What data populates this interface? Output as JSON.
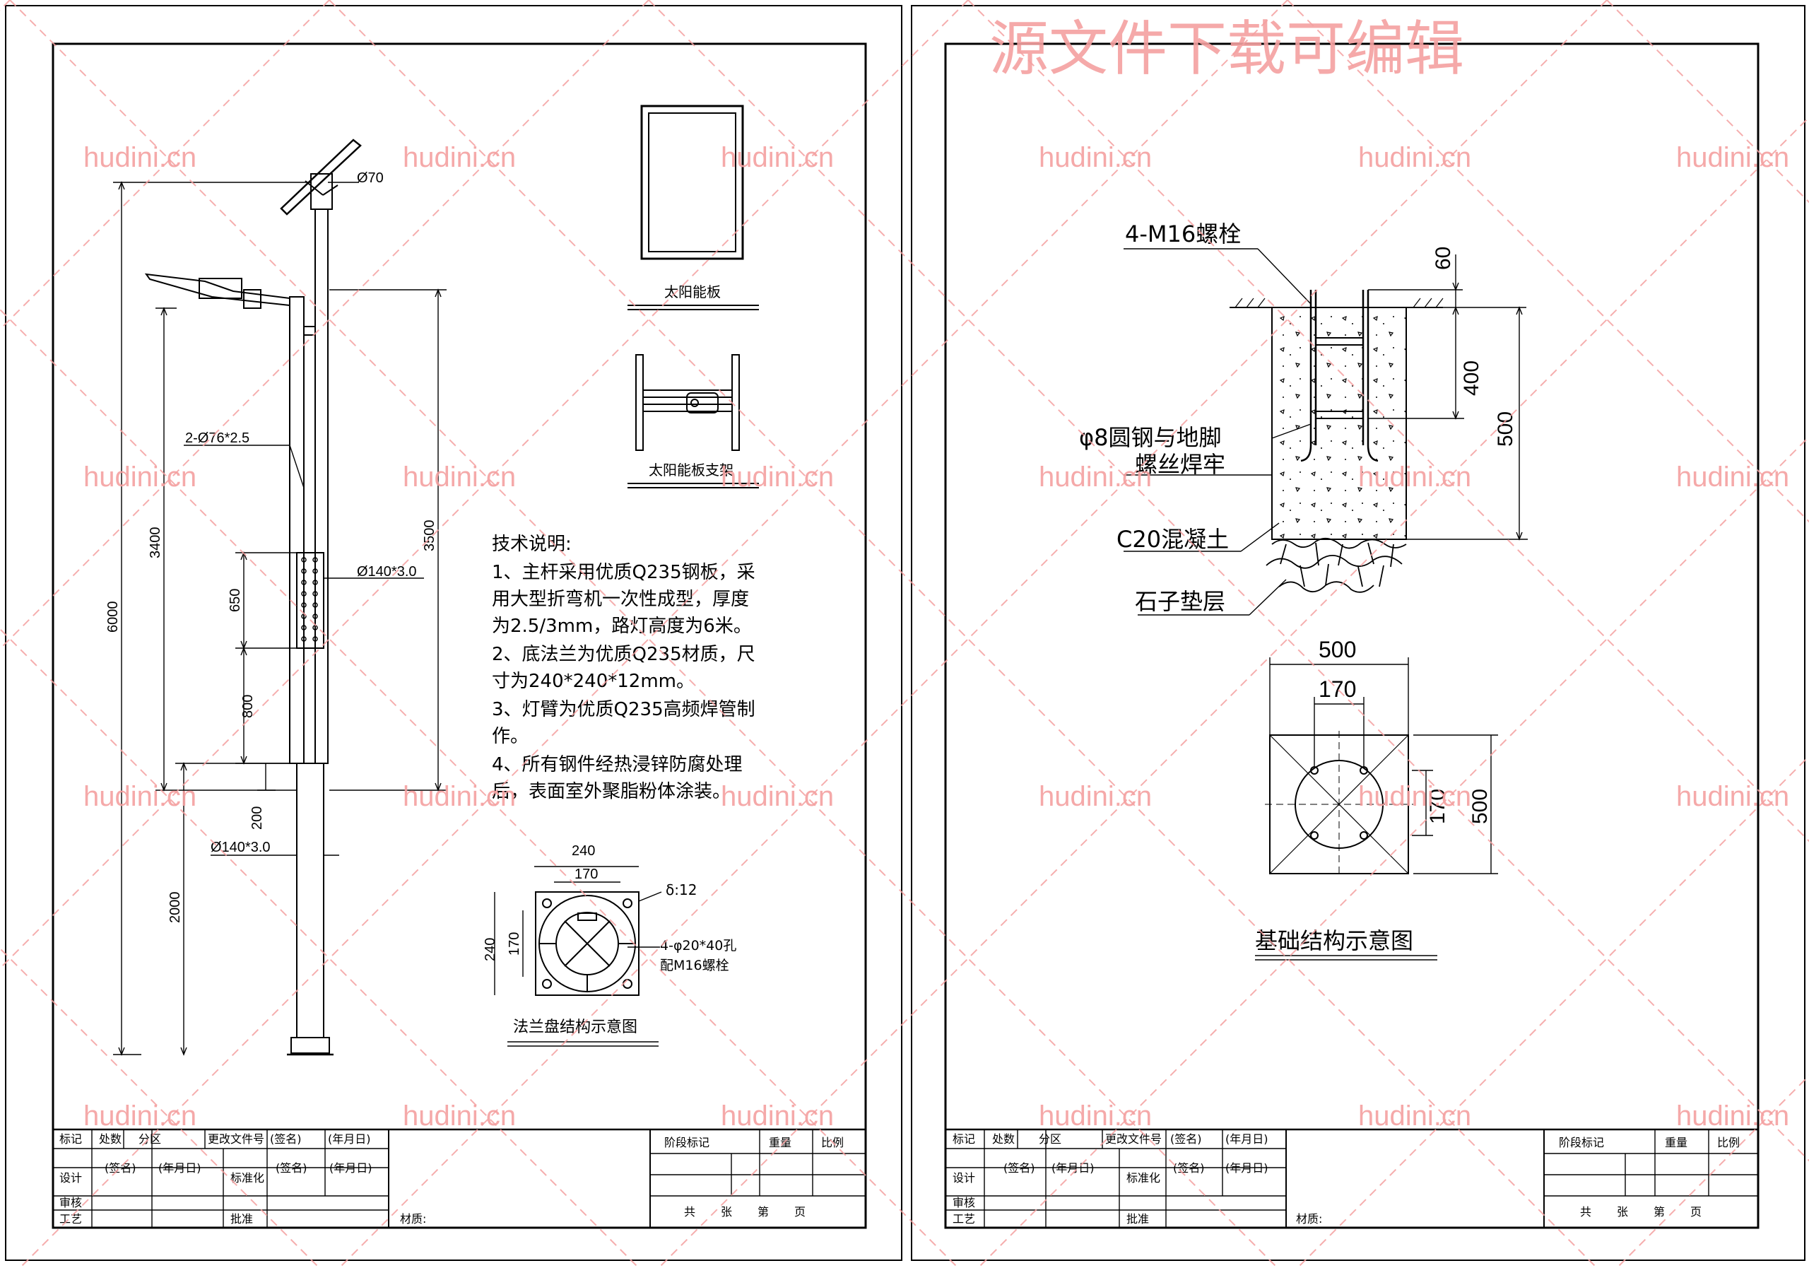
{
  "watermark": {
    "banner": "源文件下载可编辑",
    "site": "hudini.cn",
    "color": "#f4a0a0"
  },
  "left_sheet": {
    "pole": {
      "d_top": "Ø70",
      "arm": "2-Ø76*2.5",
      "d_mid": "Ø140*3.0",
      "d_base": "Ø140*3.0",
      "h_total": "6000",
      "h_upper": "3400",
      "h_arm": "3500",
      "h_door": "650",
      "h_800": "800",
      "h_200": "200",
      "h_2000": "2000"
    },
    "solar_panel": {
      "caption": "太阳能板"
    },
    "solar_bracket": {
      "caption": "太阳能板支架"
    },
    "tech_notes": {
      "heading": "技术说明:",
      "lines": [
        "1、主杆采用优质Q235钢板，采",
        "用大型折弯机一次性成型，厚度",
        "为2.5/3mm，路灯高度为6米。",
        "2、底法兰为优质Q235材质，尺",
        "寸为240*240*12mm。",
        "3、灯臂为优质Q235高频焊管制",
        "作。",
        "4、所有钢件经热浸锌防腐处理",
        "后，表面室外聚脂粉体涂装。"
      ]
    },
    "flange": {
      "caption": "法兰盘结构示意图",
      "w240": "240",
      "w170": "170",
      "h240": "240",
      "h170": "170",
      "thick": "δ:12",
      "holes": "4-φ20*40孔",
      "bolts": "配M16螺栓"
    }
  },
  "right_sheet": {
    "foundation": {
      "bolt": "4-M16螺栓",
      "rebar_1": "φ8圆钢与地脚",
      "rebar_2": "螺丝焊牢",
      "concrete": "C20混凝土",
      "gravel": "石子垫层",
      "d60": "60",
      "d400": "400",
      "d500": "500"
    },
    "plan": {
      "w500": "500",
      "w170": "170",
      "h170": "170",
      "h500": "500",
      "caption": "基础结构示意图"
    }
  },
  "title_block": {
    "r1": [
      "标记",
      "处数",
      "分区",
      "更改文件号",
      "(签名)",
      "(年月日)"
    ],
    "stage": "阶段标记",
    "weight": "重量",
    "scale": "比例",
    "design": "设计",
    "sign": "(签名)",
    "date": "(年月日)",
    "standard": "标准化",
    "review": "审核",
    "process": "工艺",
    "approve": "批准",
    "material": "材质:",
    "sheets": [
      "共",
      "张",
      "第",
      "页"
    ]
  }
}
